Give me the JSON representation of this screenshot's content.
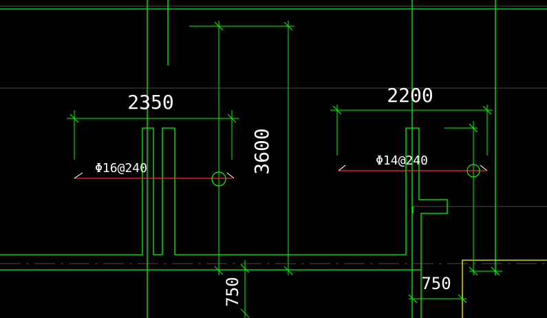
{
  "colors": {
    "background": "#000000",
    "line": "#00ff00",
    "axis": "#4d4d4d",
    "rebar": "#ff2a2a",
    "text": "#ffffff",
    "secondary": "#e6e6e6",
    "highlight": "#ffff00"
  },
  "dimensions": {
    "span_left": "2350",
    "span_right": "2200",
    "height": "3600",
    "offset_left": "750",
    "offset_right": "750"
  },
  "rebar_labels": {
    "left": "Φ16@240",
    "right": "Φ14@240"
  }
}
